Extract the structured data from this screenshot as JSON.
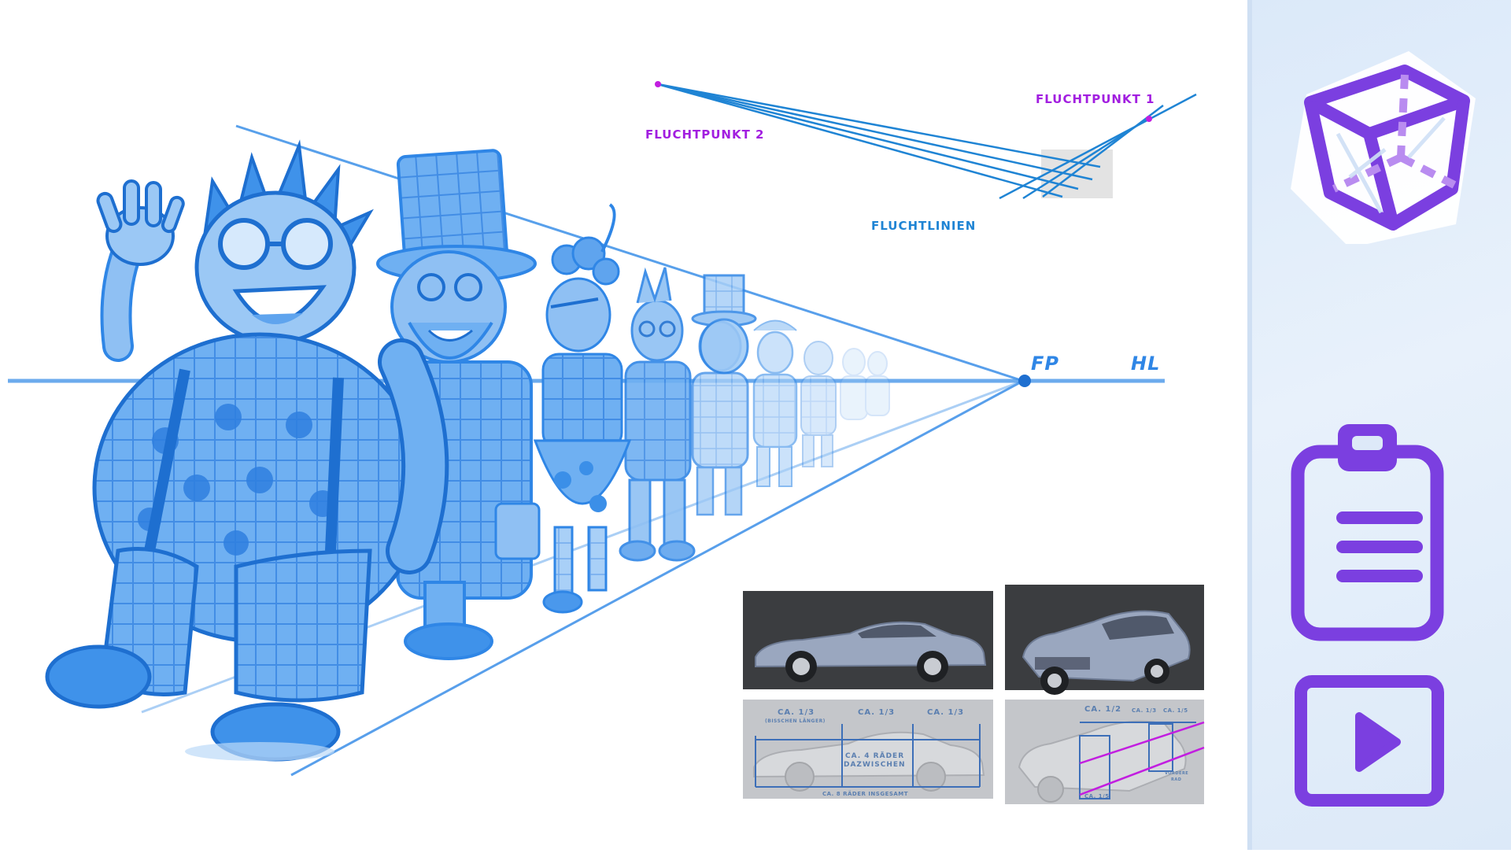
{
  "labels": {
    "vanishing_point_1": "FLUCHTPUNKT 1",
    "vanishing_point_2": "FLUCHTPUNKT 2",
    "vanishing_lines": "FLUCHTLINIEN",
    "fp": "FP",
    "hl": "HL"
  },
  "car_diagram_side": {
    "left_third": "CA. 1/3",
    "left_note": "(BISSCHEN LÄNGER)",
    "middle_third": "CA. 1/3",
    "right_third": "CA. 1/3",
    "middle_line1": "CA. 4 RÄDER",
    "middle_line2": "DAZWISCHEN",
    "bottom": "CA. 8 RÄDER INSGESAMT"
  },
  "car_diagram_perspective": {
    "top_half": "CA. 1/2",
    "top_third": "CA. 1/3",
    "top_fifth": "CA. 1/5",
    "bottom_fifth": "CA. 1/5",
    "side_note1": "VORDERE",
    "side_note2": "RAD"
  },
  "colors": {
    "sketch_blue": "#2f86e6",
    "line_blue": "#1f84d4",
    "accent_purple": "#a21ee0",
    "icon_purple": "#7b3fe0",
    "sidebar_bg": "#dde9f8"
  },
  "sidebar_icons": [
    "cube-icon",
    "clipboard-icon",
    "play-icon"
  ]
}
